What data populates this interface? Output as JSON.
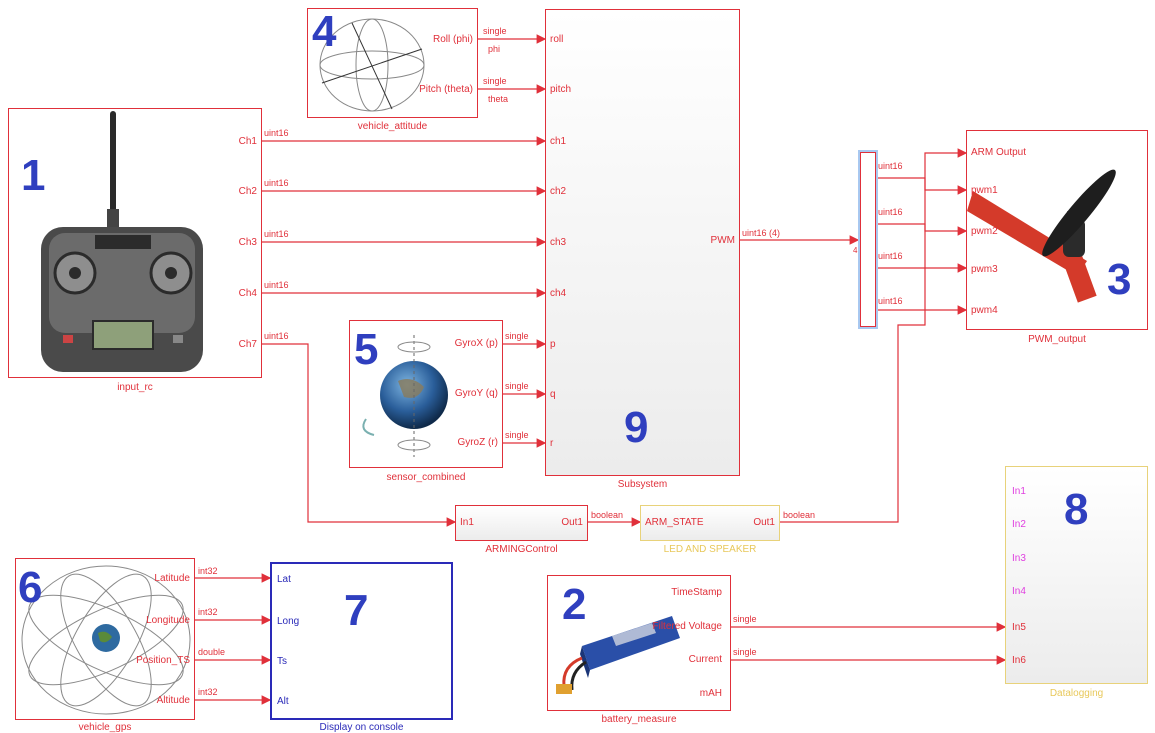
{
  "blocks": {
    "input_rc": {
      "name": "input_rc",
      "number": "1",
      "ports": [
        "Ch1",
        "Ch2",
        "Ch3",
        "Ch4",
        "Ch7"
      ]
    },
    "vehicle_attitude": {
      "name": "vehicle_attitude",
      "number": "4",
      "ports": [
        "Roll (phi)",
        "Pitch (theta)"
      ]
    },
    "subsystem": {
      "name": "Subsystem",
      "number": "9",
      "inputs": [
        "roll",
        "pitch",
        "ch1",
        "ch2",
        "ch3",
        "ch4",
        "p",
        "q",
        "r"
      ],
      "output": "PWM"
    },
    "pwm_output": {
      "name": "PWM_output",
      "number": "3",
      "ports": [
        "ARM Output",
        "pwm1",
        "pwm2",
        "pwm3",
        "pwm4"
      ]
    },
    "sensor_combined": {
      "name": "sensor_combined",
      "number": "5",
      "ports": [
        "GyroX (p)",
        "GyroY (q)",
        "GyroZ (r)"
      ]
    },
    "arming": {
      "name": "ARMINGControl",
      "in": "In1",
      "out": "Out1"
    },
    "led": {
      "name": "LED AND SPEAKER",
      "in": "ARM_STATE",
      "out": "Out1"
    },
    "datalogging": {
      "name": "Datalogging",
      "number": "8",
      "ports": [
        "In1",
        "In2",
        "In3",
        "In4",
        "In5",
        "In6"
      ]
    },
    "vehicle_gps": {
      "name": "vehicle_gps",
      "number": "6",
      "ports": [
        "Latitude",
        "Longitude",
        "Position_TS",
        "Altitude"
      ]
    },
    "display": {
      "name": "Display on console",
      "number": "7",
      "ports": [
        "Lat",
        "Long",
        "Ts",
        "Alt"
      ]
    },
    "battery": {
      "name": "battery_measure",
      "number": "2",
      "ports": [
        "TimeStamp",
        "Filtered Voltage",
        "Current",
        "mAH"
      ]
    },
    "demux": {
      "label": "4"
    }
  },
  "signals": {
    "single": "single",
    "phi": "phi",
    "theta": "theta",
    "uint16": "uint16",
    "uint16_4": "uint16 (4)",
    "boolean": "boolean",
    "int32": "int32",
    "double": "double"
  },
  "colors": {
    "block_red": "#e0303a",
    "block_blue": "#2a2ab8",
    "block_yellow": "#e8d27a",
    "number_blue": "#2f3fbf"
  }
}
